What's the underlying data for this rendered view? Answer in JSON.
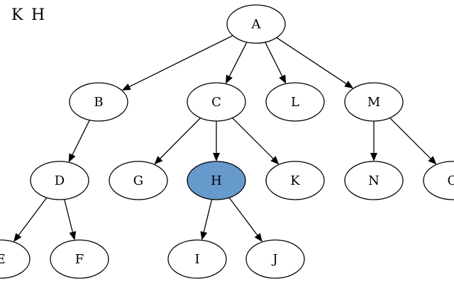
{
  "corner_labels": [
    "K",
    "H"
  ],
  "colors": {
    "background": "#ffffff",
    "stroke": "#000000",
    "node_fill": "#ffffff",
    "highlight_fill": "#6699cc"
  },
  "nodes": [
    {
      "id": "A",
      "label": "A",
      "highlighted": false
    },
    {
      "id": "B",
      "label": "B",
      "highlighted": false
    },
    {
      "id": "C",
      "label": "C",
      "highlighted": false
    },
    {
      "id": "L",
      "label": "L",
      "highlighted": false
    },
    {
      "id": "M",
      "label": "M",
      "highlighted": false
    },
    {
      "id": "D",
      "label": "D",
      "highlighted": false
    },
    {
      "id": "G",
      "label": "G",
      "highlighted": false
    },
    {
      "id": "H",
      "label": "H",
      "highlighted": true
    },
    {
      "id": "K",
      "label": "K",
      "highlighted": false
    },
    {
      "id": "N",
      "label": "N",
      "highlighted": false
    },
    {
      "id": "O",
      "label": "O",
      "highlighted": false
    },
    {
      "id": "E",
      "label": "E",
      "highlighted": false
    },
    {
      "id": "F",
      "label": "F",
      "highlighted": false
    },
    {
      "id": "I",
      "label": "I",
      "highlighted": false
    },
    {
      "id": "J",
      "label": "J",
      "highlighted": false
    }
  ],
  "edges": [
    {
      "from": "A",
      "to": "B"
    },
    {
      "from": "A",
      "to": "C"
    },
    {
      "from": "A",
      "to": "L"
    },
    {
      "from": "A",
      "to": "M"
    },
    {
      "from": "B",
      "to": "D"
    },
    {
      "from": "C",
      "to": "G"
    },
    {
      "from": "C",
      "to": "H"
    },
    {
      "from": "C",
      "to": "K"
    },
    {
      "from": "M",
      "to": "N"
    },
    {
      "from": "M",
      "to": "O"
    },
    {
      "from": "D",
      "to": "E"
    },
    {
      "from": "D",
      "to": "F"
    },
    {
      "from": "H",
      "to": "I"
    },
    {
      "from": "H",
      "to": "J"
    }
  ]
}
